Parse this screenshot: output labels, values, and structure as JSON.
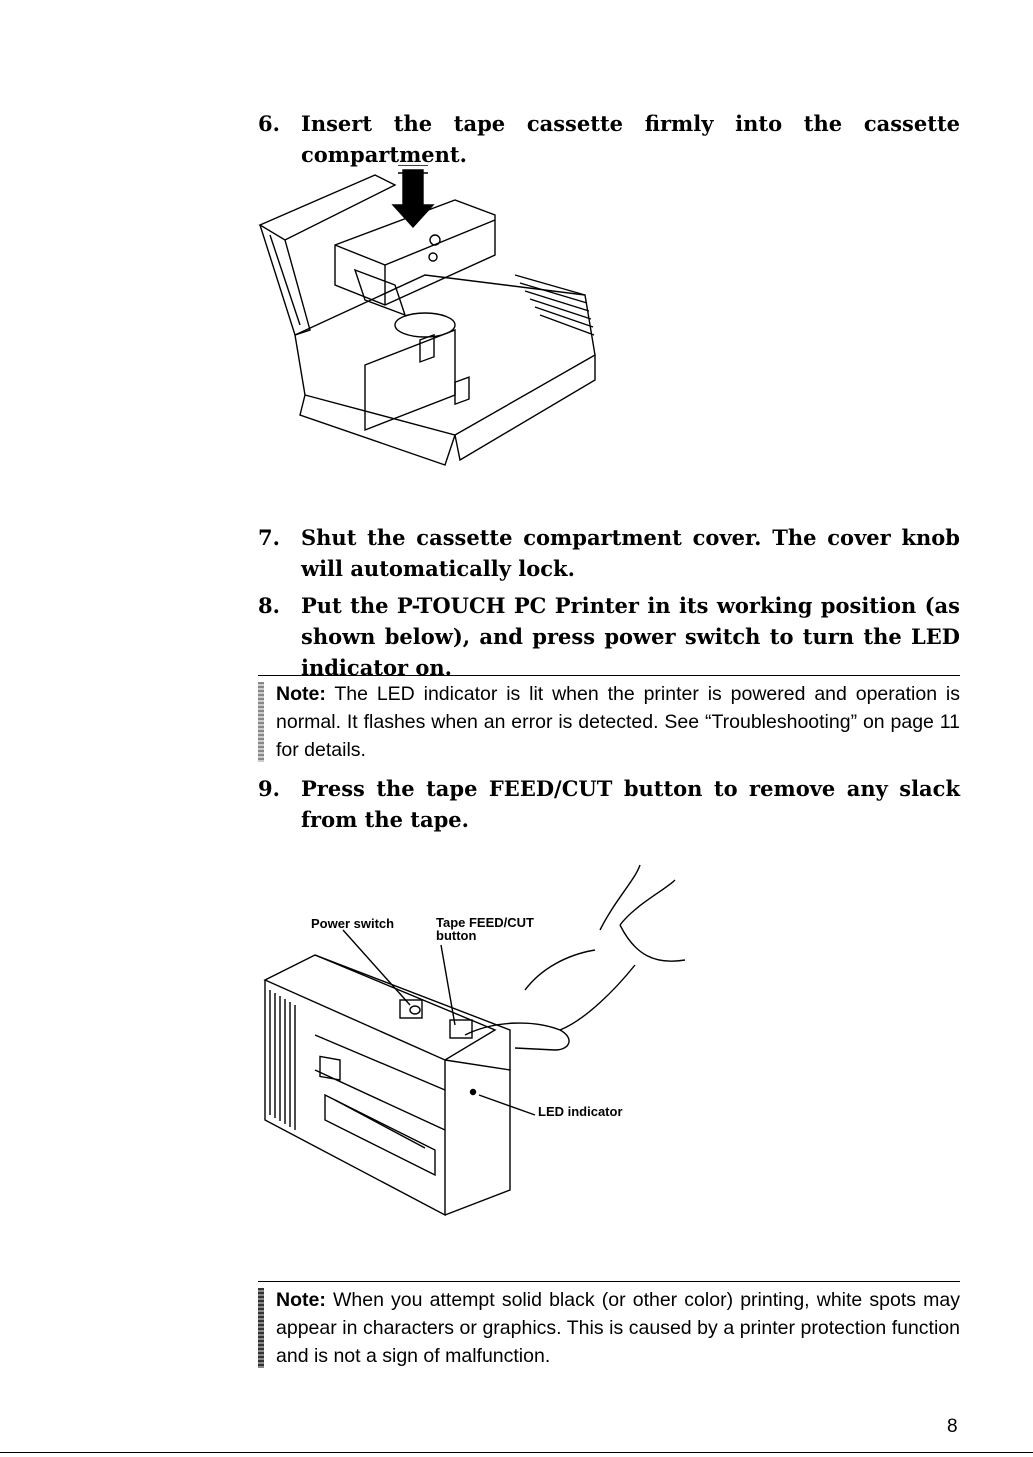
{
  "steps": [
    {
      "num": "6.",
      "text": "Insert the tape cassette firmly into the cassette compartment."
    },
    {
      "num": "7.",
      "text": "Shut the cassette compartment cover. The cover knob will automatically lock."
    },
    {
      "num": "8.",
      "text": "Put the P-TOUCH PC Printer in its working position (as shown below), and press power switch to turn the LED indicator on."
    },
    {
      "num": "9.",
      "text": "Press the tape FEED/CUT button to remove any slack from the tape."
    }
  ],
  "notes": [
    {
      "label": "Note:",
      "text": " The LED indicator is lit when the printer is powered and operation is normal. It flashes when an error is detected. See “Troubleshooting” on page 11 for details."
    },
    {
      "label": "Note:",
      "text": " When you attempt solid black (or other color) printing, white spots may appear in characters or graphics. This is caused by a printer protection function and is not a sign of malfunction."
    }
  ],
  "figure2": {
    "power_switch": "Power switch",
    "feed_cut_line1": "Tape FEED/CUT",
    "feed_cut_line2": "button",
    "led_indicator": "LED indicator"
  },
  "page_number": "8"
}
